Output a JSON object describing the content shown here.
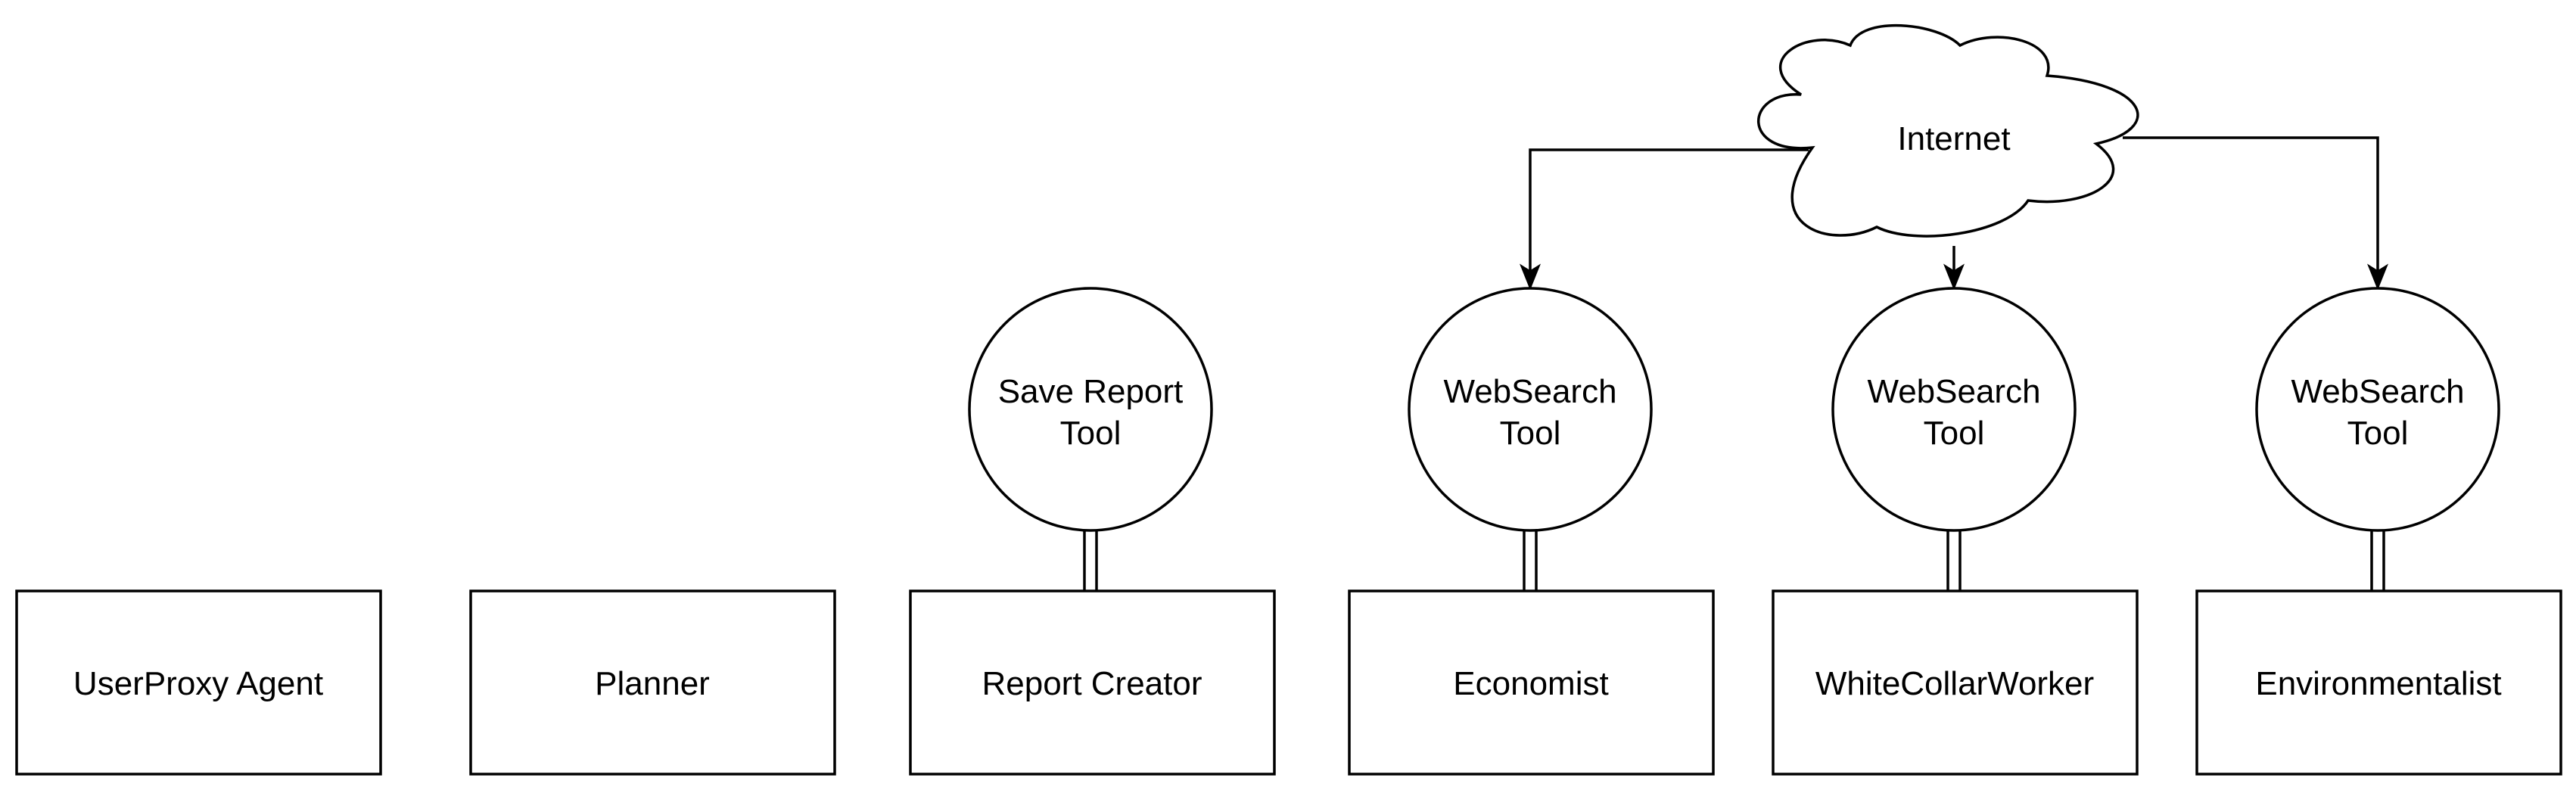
{
  "diagram": {
    "agents": [
      {
        "label": "UserProxy Agent"
      },
      {
        "label": "Planner"
      },
      {
        "label": "Report Creator"
      },
      {
        "label": "Economist"
      },
      {
        "label": "WhiteCollarWorker"
      },
      {
        "label": "Environmentalist"
      }
    ],
    "tools": [
      {
        "line1": "Save Report",
        "line2": "Tool"
      },
      {
        "line1": "WebSearch",
        "line2": "Tool"
      },
      {
        "line1": "WebSearch",
        "line2": "Tool"
      },
      {
        "line1": "WebSearch",
        "line2": "Tool"
      }
    ],
    "cloud": {
      "label": "Internet"
    }
  }
}
